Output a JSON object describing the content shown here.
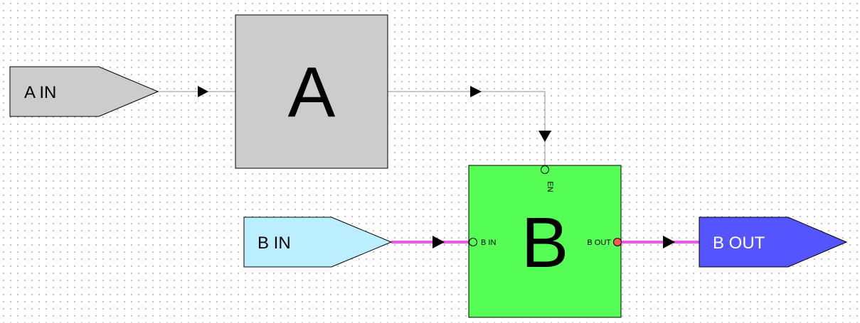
{
  "colors": {
    "signal_wire": "#a8a8a8",
    "bus_wire": "#ee55ee",
    "arrow": "#000000",
    "block_a_fill": "#cccccc",
    "block_b_fill": "#55ff55",
    "a_in_fill": "#cccccc",
    "b_in_fill": "#bbeeff",
    "b_out_fill": "#5555ff",
    "b_out_text": "#ffffff",
    "port_out_fill": "#ff5555"
  },
  "diagram": {
    "inputs": {
      "a_in": {
        "label": "A IN"
      },
      "b_in": {
        "label": "B IN"
      }
    },
    "outputs": {
      "b_out": {
        "label": "B OUT"
      }
    },
    "blocks": {
      "a": {
        "label": "A"
      },
      "b": {
        "label": "B",
        "ports": {
          "en": "EN",
          "b_in": "B IN",
          "b_out": "B OUT"
        }
      }
    }
  }
}
